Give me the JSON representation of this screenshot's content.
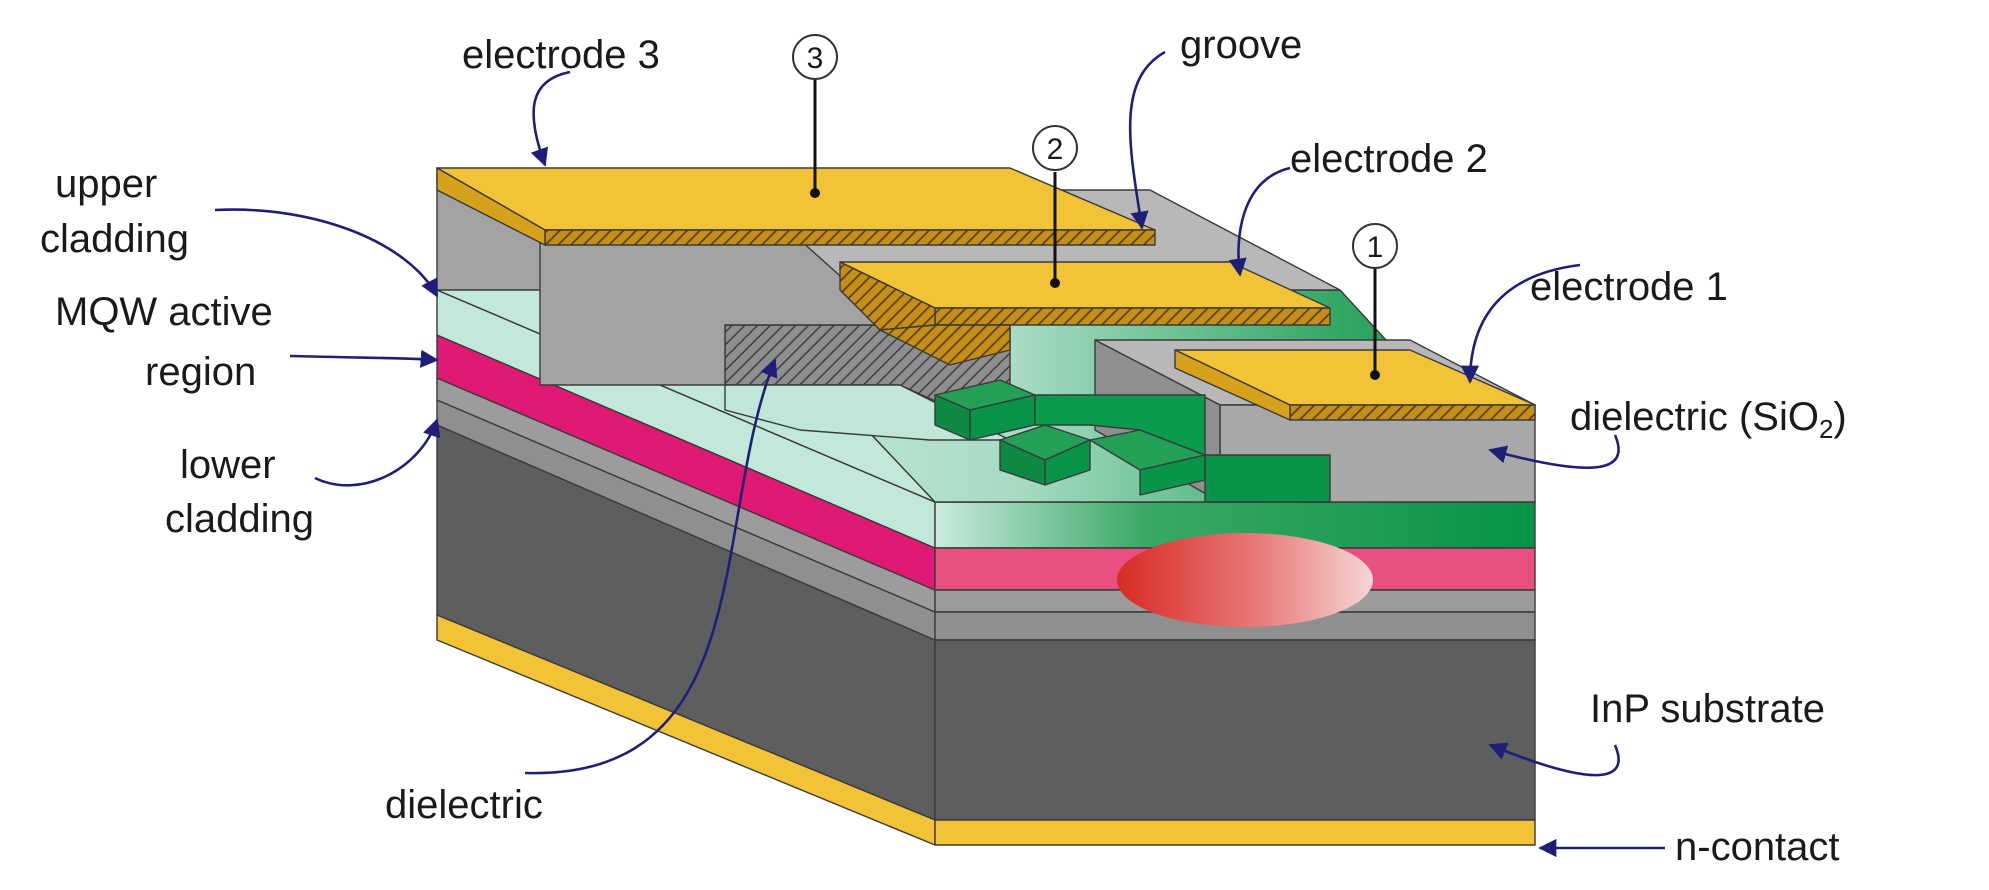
{
  "labels": {
    "electrode3": "electrode 3",
    "groove": "groove",
    "upper_cladding_1": "upper",
    "upper_cladding_2": "cladding",
    "electrode2": "electrode 2",
    "mqw_1": "MQW active",
    "mqw_2": "region",
    "electrode1": "electrode 1",
    "dielectric_sio2_pre": "dielectric (SiO",
    "dielectric_sio2_sub": "2",
    "dielectric_sio2_post": ")",
    "lower_cladding_1": "lower",
    "lower_cladding_2": "cladding",
    "inp_substrate": "InP substrate",
    "dielectric": "dielectric",
    "n_contact": "n-contact"
  },
  "markers": {
    "m1": "1",
    "m2": "2",
    "m3": "3"
  },
  "colors": {
    "electrode_gold": "#f2c237",
    "electrode_gold_side": "#c9950f",
    "groove_hatch": "#6b4f10",
    "upper_cladding_grey": "#a3a3a3",
    "top_grey": "#b8b8b8",
    "waveguide_mint": "#b7e2d2",
    "waveguide_green": "#079448",
    "mqw_magenta": "#e01a74",
    "mqw_light": "#e8517f",
    "lower_cladding_grey": "#8f8f8f",
    "substrate_dark": "#5f5e5e",
    "substrate_side": "#454545",
    "arrow_navy": "#1f1f7a",
    "mode_red": "#d9352f"
  }
}
